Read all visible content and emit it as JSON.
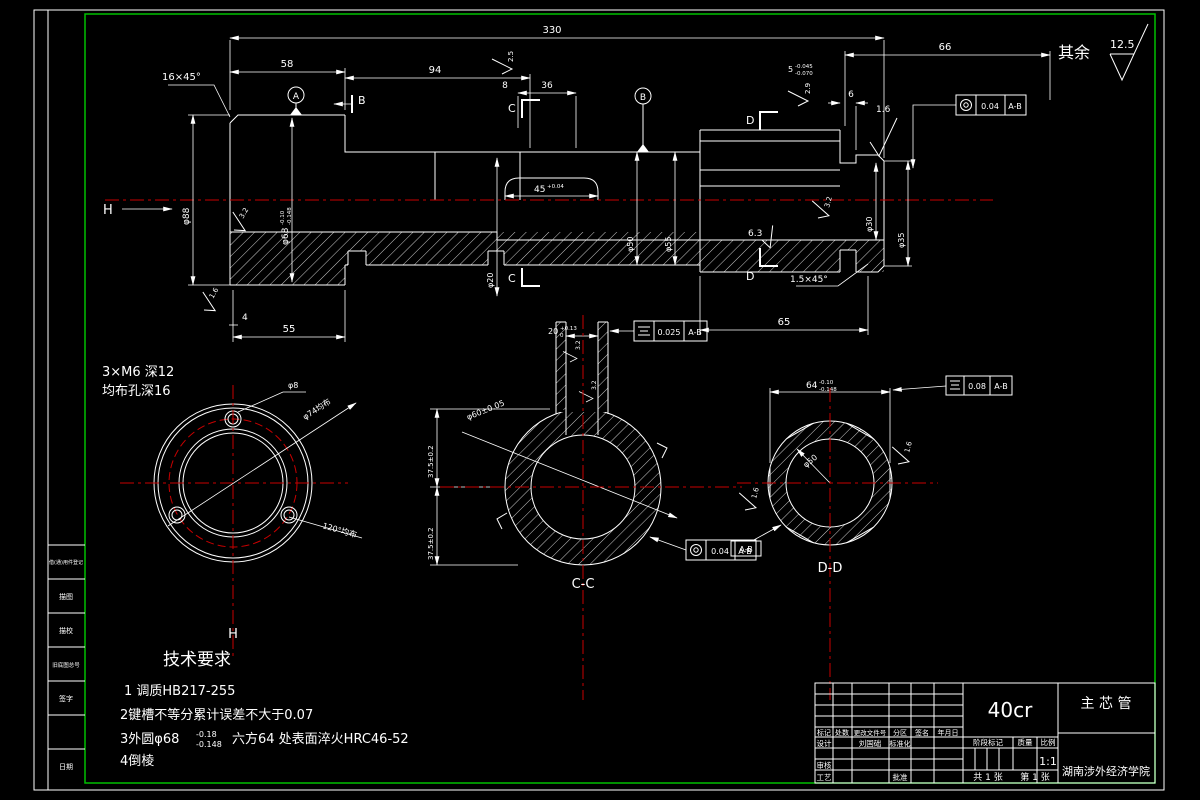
{
  "surface": {
    "note": "其余",
    "value": "12.5"
  },
  "callout": {
    "l1": "3×M6  深12",
    "l2": "均布孔深16"
  },
  "notes": {
    "title": "技术要求",
    "l1": "1  调质HB217-255",
    "l2": "2键槽不等分累计误差不大于0.07",
    "l3a": "3外圆φ68",
    "l3sup": "-0.18",
    "l3sub": "-0.148",
    "l3b": "六方64   处表面淬火HRC46-52",
    "l4": "4倒棱"
  },
  "labels": {
    "h": "H",
    "cc": "C-C",
    "dd": "D-D",
    "sec_c": "C",
    "sec_d": "D",
    "sec_b": "B",
    "datum_a": "A",
    "datum_b": "B",
    "ab": "A-B",
    "h_arrow": "H"
  },
  "dims": {
    "d330": "330",
    "d58": "58",
    "d94": "94",
    "d66": "66",
    "d36": "36",
    "d8": "8",
    "d6": "6",
    "d55": "55",
    "d4": "4",
    "d65": "65",
    "d45": "45",
    "d45sup": "+0.04",
    "d20": "20",
    "d20sup": "+0.13",
    "d20sub": "0",
    "d64": "64",
    "d64sup": "-0.10",
    "d64sub": "-0.148",
    "d5": "5",
    "d5sup": "-0.045",
    "d5sub": "-0.070",
    "chamfer_left": "16×45°",
    "chamfer_right": "1.5×45°",
    "cc_r1": "37.5±0.2",
    "cc_r2": "37.5±0.2",
    "flange_od": "φ88",
    "od68": "φ68",
    "od68sup": "-0.10",
    "od68sub": "-0.148",
    "bore_left": "φ20",
    "mid1": "φ50",
    "mid2": "φ55",
    "end1": "φ30",
    "end2": "φ35",
    "cc_bore": "φ60±0.05",
    "dd_bore": "φ50",
    "h_bc": "φ74均布",
    "h_hole": "φ8",
    "h_sp": "120°均布"
  },
  "rough": {
    "r125": "12.5",
    "r16": "1.6",
    "r63": "6.3",
    "r32": "3.2",
    "r25": "2.5",
    "r29": "2.9"
  },
  "fcf": {
    "f1": {
      "v": "0.04",
      "d": "A-B"
    },
    "f2": {
      "v": "0.025",
      "d": "A-B"
    },
    "f3": {
      "v": "0.04",
      "d": "A-B"
    },
    "f4": {
      "v": "0.08",
      "d": "A-B"
    }
  },
  "strip": {
    "s0": "借(通)用件登记",
    "s1": "描图",
    "s2": "描校",
    "s3": "旧底图总号",
    "s4": "签字",
    "s5": "日期"
  },
  "tb": {
    "material": "40cr",
    "part_name": "主 芯 管",
    "school": "湖南涉外经济学院",
    "h_biaoji": "标记",
    "h_chushu": "处数",
    "h_wenjian": "更改文件号",
    "h_fenqu": "分区",
    "h_qianming": "签名",
    "h_nianyue": "年月日",
    "design": "设计",
    "designer": "刘国础",
    "standard": "标准化",
    "check": "审核",
    "process": "工艺",
    "approve": "批准",
    "stage": "阶段标记",
    "weight": "质量",
    "scale": "比例",
    "scale_value": "1:1",
    "sheet1": "共 1 张",
    "sheet2": "第 1 张"
  }
}
